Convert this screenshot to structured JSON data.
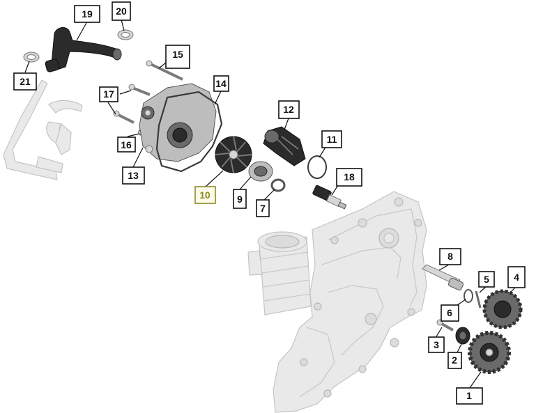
{
  "callouts": [
    {
      "id": "1",
      "label": "1"
    },
    {
      "id": "2",
      "label": "2"
    },
    {
      "id": "3",
      "label": "3"
    },
    {
      "id": "4",
      "label": "4"
    },
    {
      "id": "5",
      "label": "5"
    },
    {
      "id": "6",
      "label": "6"
    },
    {
      "id": "7",
      "label": "7"
    },
    {
      "id": "8",
      "label": "8"
    },
    {
      "id": "9",
      "label": "9"
    },
    {
      "id": "10",
      "label": "10",
      "highlighted": true
    },
    {
      "id": "11",
      "label": "11"
    },
    {
      "id": "12",
      "label": "12"
    },
    {
      "id": "13",
      "label": "13"
    },
    {
      "id": "14",
      "label": "14"
    },
    {
      "id": "15",
      "label": "15"
    },
    {
      "id": "16",
      "label": "16"
    },
    {
      "id": "17",
      "label": "17"
    },
    {
      "id": "18",
      "label": "18"
    },
    {
      "id": "19",
      "label": "19"
    },
    {
      "id": "20",
      "label": "20"
    },
    {
      "id": "21",
      "label": "21"
    }
  ],
  "colors": {
    "callout_border": "#111111",
    "highlight_border": "#8a8a2a",
    "highlight_text": "#8a8a2a",
    "part_dark": "#2b2b2b",
    "ghost_part": "#e9e9e9"
  },
  "icons": [
    "engine-cover-ghost",
    "oil-filter-ghost",
    "coolant-pipe-ghost"
  ]
}
